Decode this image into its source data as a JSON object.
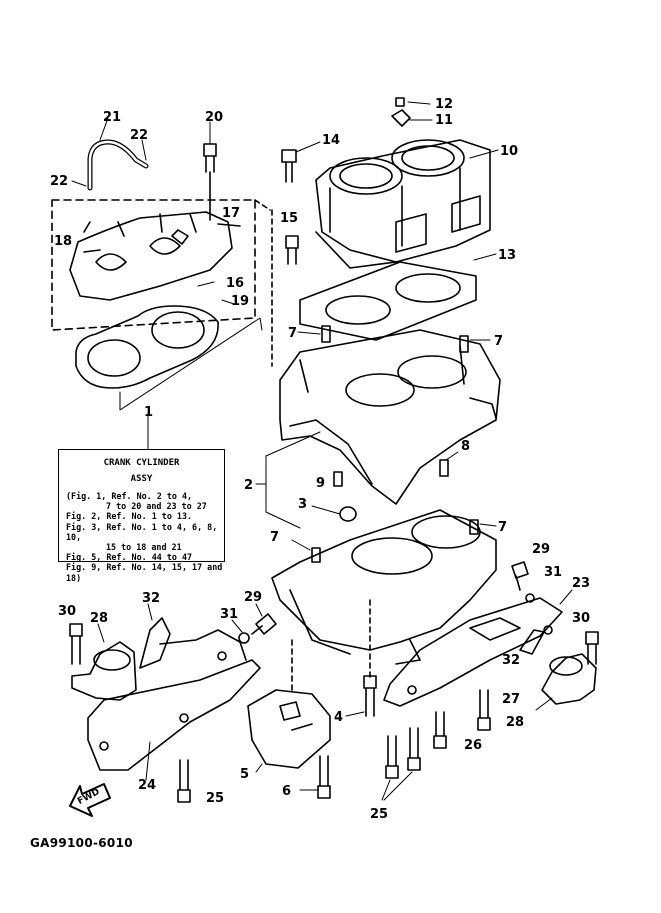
{
  "diagram": {
    "callouts": [
      "1",
      "2",
      "3",
      "4",
      "5",
      "6",
      "7",
      "8",
      "9",
      "10",
      "11",
      "12",
      "13",
      "14",
      "15",
      "16",
      "17",
      "18",
      "19",
      "20",
      "21",
      "22",
      "23",
      "24",
      "25",
      "26",
      "27",
      "28",
      "29",
      "30",
      "31",
      "32"
    ]
  },
  "note_panel": {
    "title": "CRANK CYLINDER",
    "subtitle": "ASSY",
    "rows": [
      "(Fig. 1, Ref. No. 2 to 4,",
      "7 to 20 and 23 to 27",
      "Fig. 2, Ref. No. 1 to 13.",
      "Fig. 3, Ref. No. 1 to 4, 6, 8, 10,",
      "15 to 18 and 21",
      "Fig. 5, Ref. No. 44 to 47",
      "Fig. 9, Ref. No. 14, 15, 17 and 18)"
    ]
  },
  "direction_label": "FWD",
  "drawing_code": "GA99100-6010"
}
